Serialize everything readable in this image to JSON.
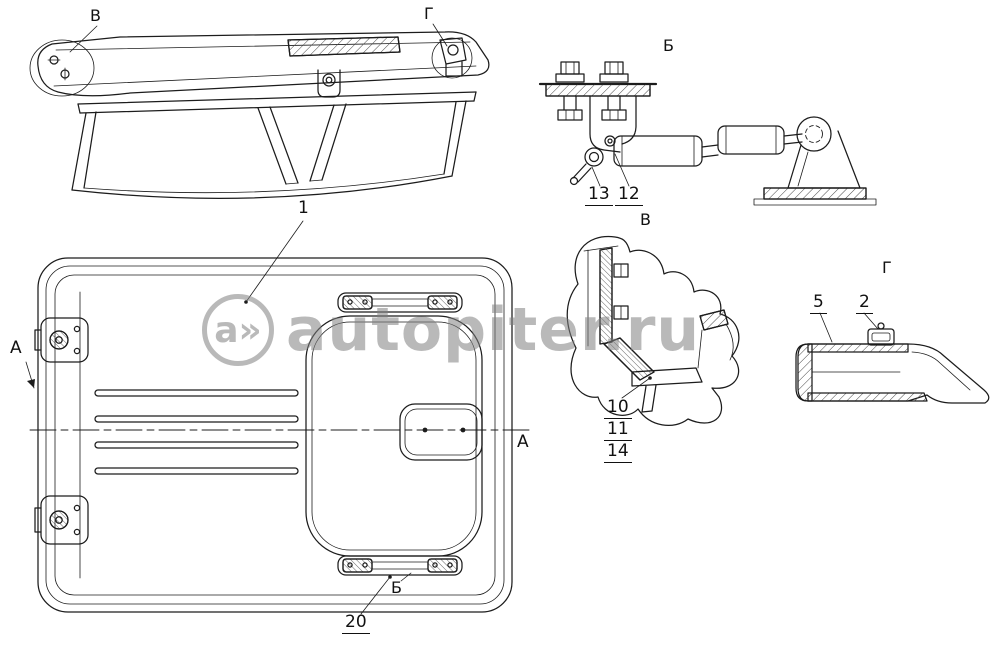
{
  "watermark": {
    "logo_text": "а»",
    "brand_text": "autopiter.ru"
  },
  "view_labels": {
    "top_view_v": "В",
    "top_view_g": "Г",
    "detail_b": "Б",
    "detail_v": "В",
    "detail_g": "Г",
    "section_left": "А",
    "section_right": "А",
    "hinge_ref_b": "Б"
  },
  "callouts": {
    "c1": "1",
    "c2": "2",
    "c5": "5",
    "c10": "10",
    "c11": "11",
    "c12": "12",
    "c13": "13",
    "c14": "14",
    "c20": "20"
  }
}
